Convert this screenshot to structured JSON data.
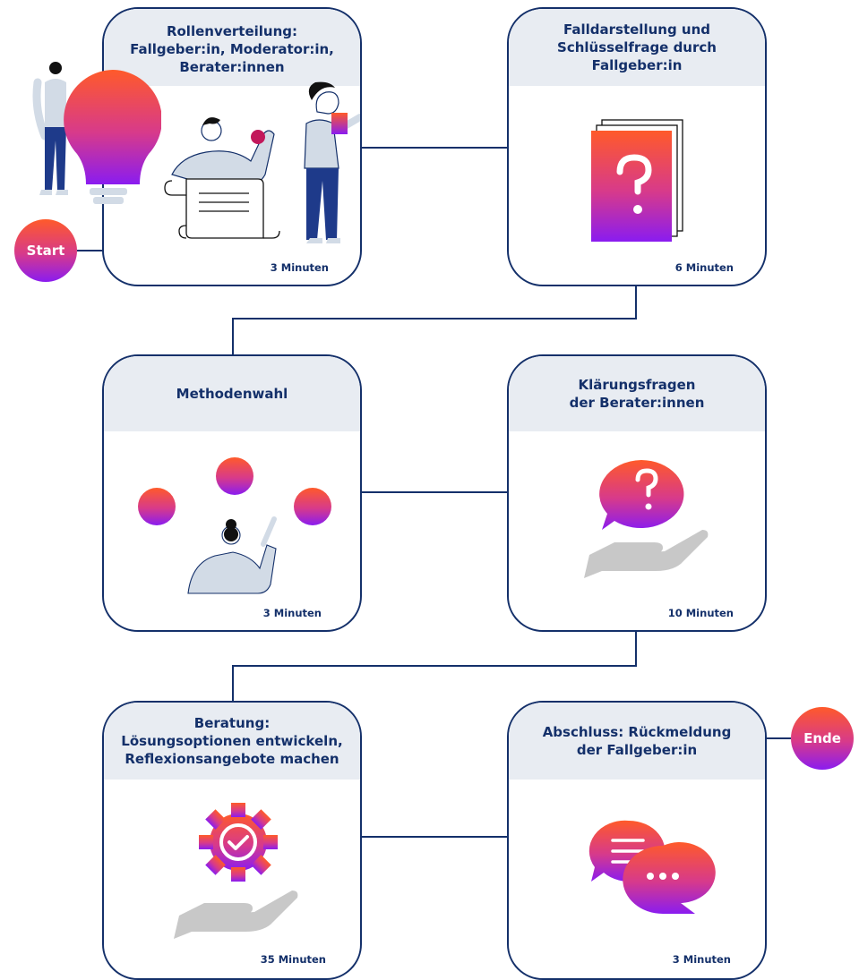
{
  "colors": {
    "navy": "#14306a",
    "header_bg": "#e8ecf2",
    "gradient_top": "#ff5a2a",
    "gradient_mid": "#d73a8b",
    "gradient_bottom": "#8a1cf0",
    "skin_light": "#d2dbe6",
    "hand_gray": "#c8c8c8"
  },
  "start_label": "Start",
  "end_label": "Ende",
  "steps": [
    {
      "title": "Rollenverteilung:\nFallgeber:in, Moderator:in,\nBerater:innen",
      "duration": "3 Minuten",
      "icon": "people-lightbulb-illustration"
    },
    {
      "title": "Falldarstellung und\nSchlüsselfrage durch\nFallgeber:in",
      "duration": "6 Minuten",
      "icon": "question-document-icon"
    },
    {
      "title": "Methodenwahl",
      "duration": "3 Minuten",
      "icon": "person-choosing-circles-illustration"
    },
    {
      "title": "Klärungsfragen\nder Berater:innen",
      "duration": "10 Minuten",
      "icon": "question-bubble-hand-icon"
    },
    {
      "title": "Beratung:\nLösungsoptionen entwickeln,\nReflexionsangebote machen",
      "duration": "35 Minuten",
      "icon": "gear-check-hand-icon"
    },
    {
      "title": "Abschluss: Rückmeldung\nder Fallgeber:in",
      "duration": "3 Minuten",
      "icon": "chat-bubbles-icon"
    }
  ]
}
